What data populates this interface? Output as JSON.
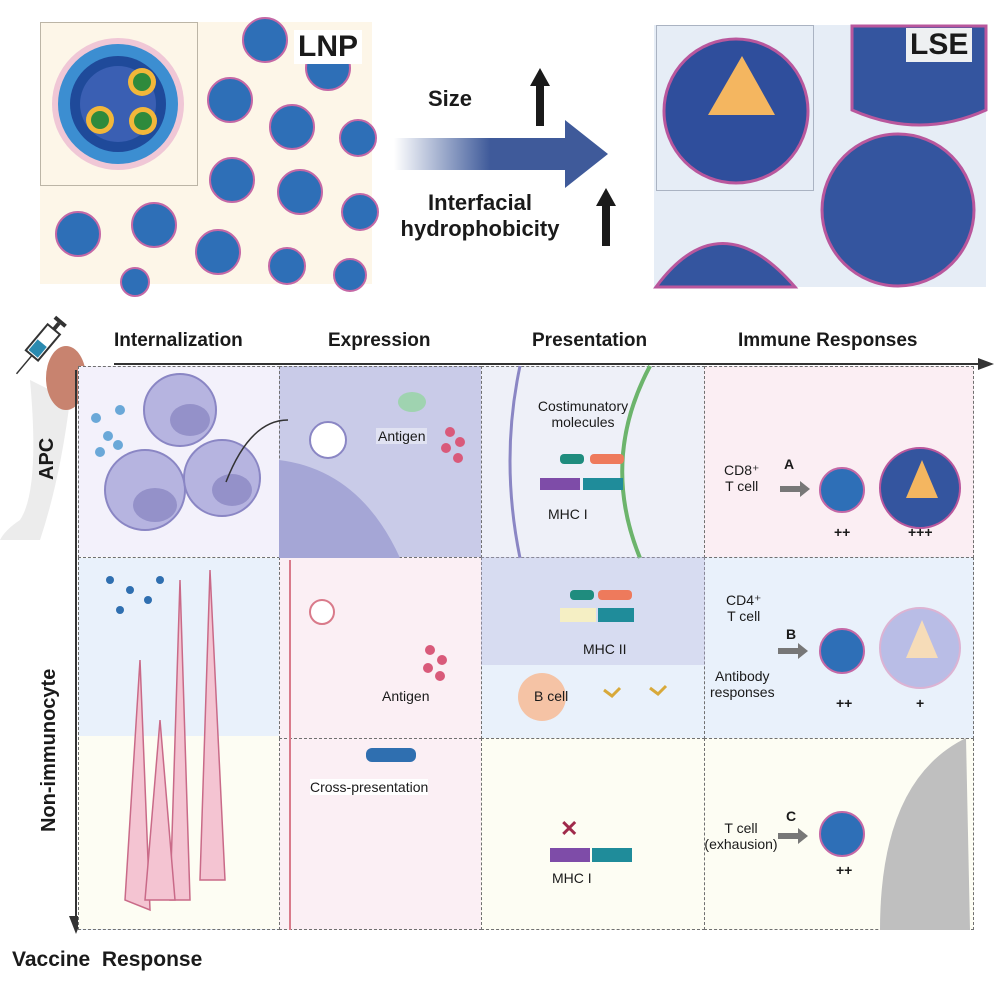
{
  "top": {
    "lnp_label": "LNP",
    "lse_label": "LSE",
    "arrow_top_label": "Size",
    "arrow_bottom_label_line1": "Interfacial",
    "arrow_bottom_label_line2": "hydrophobicity",
    "arrow_color": "#3f5a9a"
  },
  "axes": {
    "x_headers": [
      "Internalization",
      "Expression",
      "Presentation",
      "Immune Responses"
    ],
    "y_labels": [
      "APC",
      "Non-immunocyte"
    ],
    "y_axis_title": "Vaccine  Response"
  },
  "cells": {
    "expression_apc_label": "Antigen",
    "expression_non_label": "Antigen",
    "cross_presentation_label": "Cross-presentation",
    "costimulatory_line1": "Costimunatory",
    "costimulatory_line2": "molecules",
    "mhc1_apc": "MHC I",
    "mhc2": "MHC II",
    "b_cell": "B cell",
    "mhc1_non": "MHC I"
  },
  "responses": [
    {
      "letter": "A",
      "line1": "CD8⁺",
      "line2": "T cell",
      "lnp_score": "++",
      "lse_score": "+++"
    },
    {
      "letter": "B",
      "line1": "CD4⁺",
      "line2": "T cell",
      "extra1": "Antibody",
      "extra2": "responses",
      "lnp_score": "++",
      "lse_score": "+"
    },
    {
      "letter": "C",
      "line1": "T cell",
      "line2": "(exhausion)",
      "lnp_score": "++"
    }
  ],
  "colors": {
    "lnp_bg": "#fdf6e8",
    "lse_bg": "#e6edf6",
    "apc_row_bg": "#f3f1fb",
    "expression_apc_bg": "#c9cbe8",
    "immune_apc_bg": "#fbeef3",
    "non_upper_bg": "#e9f1fb",
    "non_lower_bg": "#fdfdf3",
    "cell_purple": "#b6b4e0",
    "fibroblast_pink": "#f4c4d2",
    "antigen_pink": "#d95a7a",
    "particle_blue": "#2f6fb0"
  }
}
